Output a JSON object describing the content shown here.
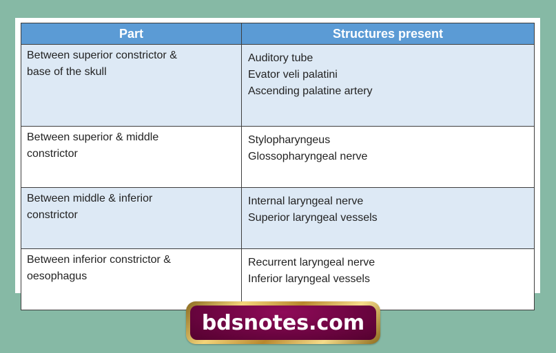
{
  "table": {
    "headers": [
      "Part",
      "Structures present"
    ],
    "rows": [
      {
        "part": [
          "Between superior constrictor &",
          "base of the skull"
        ],
        "structures": [
          "Auditory tube",
          "Evator veli palatini",
          "Ascending palatine artery"
        ]
      },
      {
        "part": [
          "Between superior & middle",
          "constrictor"
        ],
        "structures": [
          "Stylopharyngeus",
          "Glossopharyngeal nerve"
        ]
      },
      {
        "part": [
          "Between middle & inferior",
          "constrictor"
        ],
        "structures": [
          "Internal laryngeal nerve",
          "Superior laryngeal vessels"
        ]
      },
      {
        "part": [
          "Between inferior constrictor &",
          "oesophagus"
        ],
        "structures": [
          "Recurrent laryngeal nerve",
          "Inferior laryngeal vessels"
        ]
      }
    ]
  },
  "watermark": {
    "label": "bdsnotes.com"
  },
  "colors": {
    "background": "#86b9a5",
    "header": "#5b9bd5",
    "shaded_row": "#dde9f5",
    "badge": "#6b0440",
    "badge_border": "#d4a845"
  }
}
